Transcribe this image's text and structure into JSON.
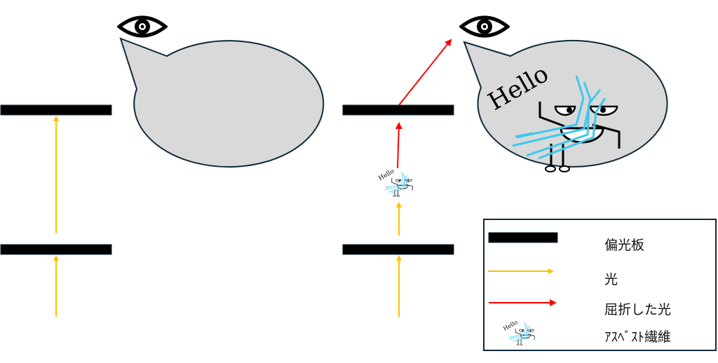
{
  "bubble_text": "Hello",
  "legend": {
    "items": [
      {
        "label": "偏光板",
        "icon": "polarizer-bar"
      },
      {
        "label": "光",
        "icon": "yellow-arrow"
      },
      {
        "label": "屈折した光",
        "icon": "red-arrow"
      },
      {
        "label": "ｱｽﾍﾞｽﾄ繊維",
        "icon": "asbestos-character"
      }
    ]
  },
  "colors": {
    "light": "#FFC000",
    "refracted": "#FF0000",
    "fiber": "#3CC8F0",
    "bubble": "#D9D9D9",
    "polarizer": "#000000"
  }
}
